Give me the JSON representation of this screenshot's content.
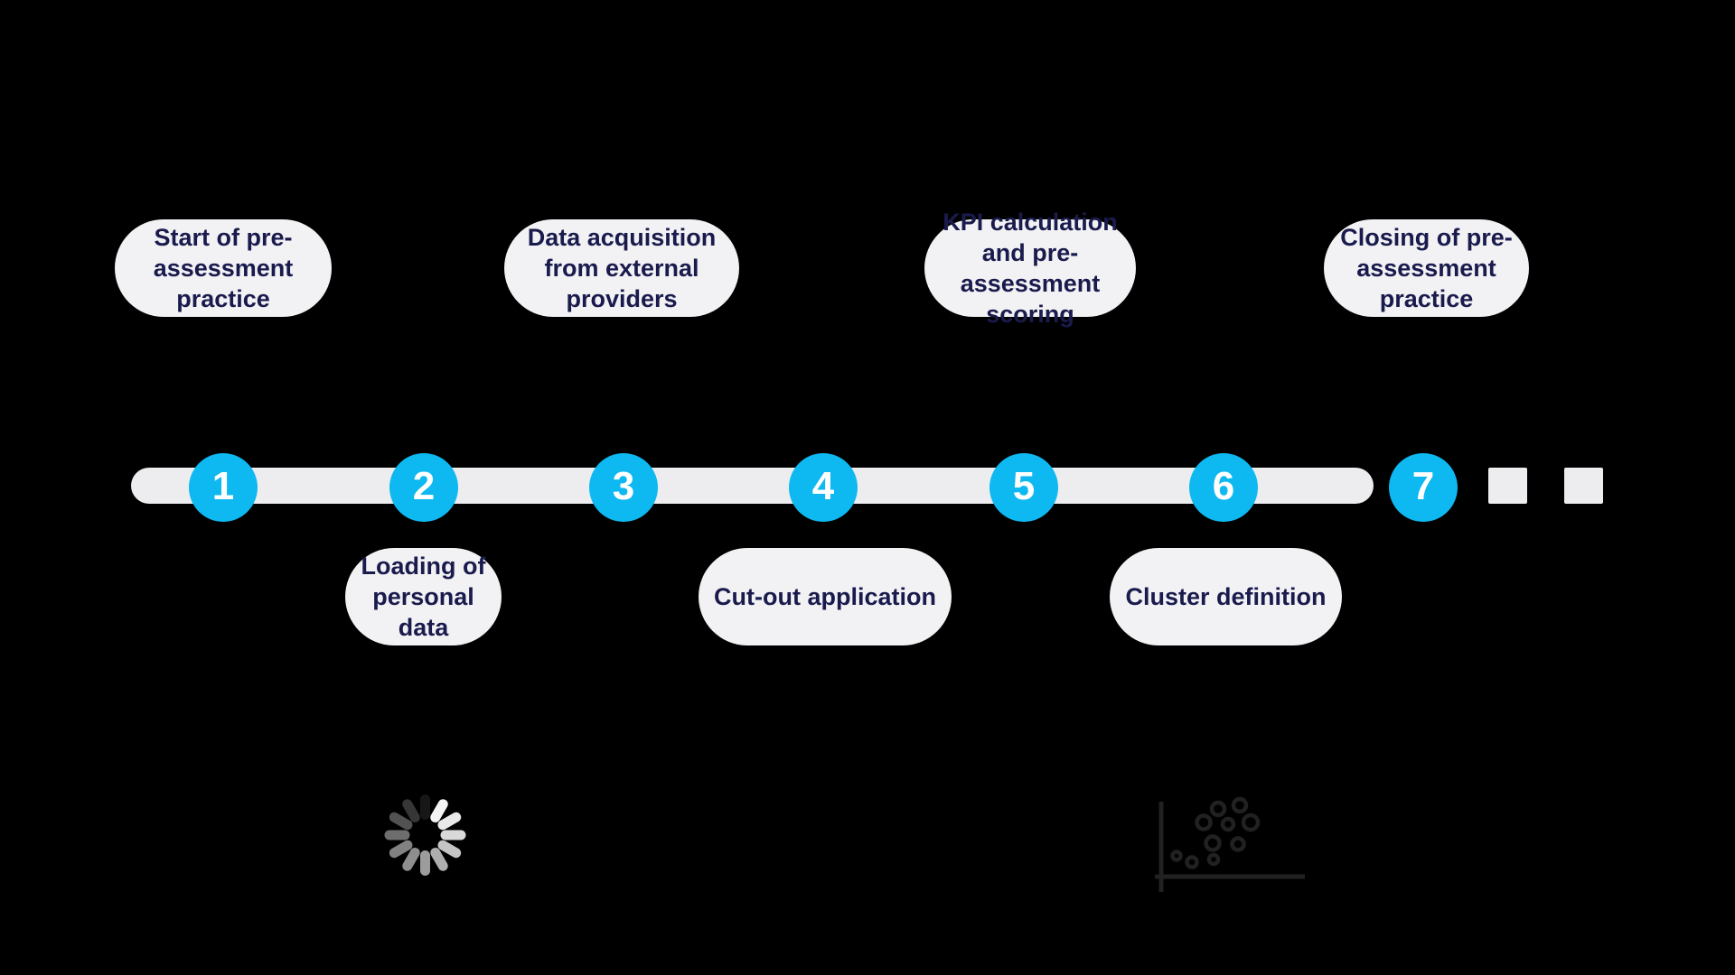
{
  "colors": {
    "background": "#000000",
    "accent_cyan": "#0eb8f0",
    "bubble_background": "#f2f2f5",
    "label_text": "#1a1b4d",
    "track_gray": "#ededef",
    "number_text": "#ffffff",
    "icon_dark_gray": "#212121"
  },
  "timeline": {
    "steps": [
      {
        "number": "1",
        "side": "above",
        "label": "Start of pre-assessment practice",
        "label_lines": [
          "Start of pre-",
          "assessment",
          "practice"
        ]
      },
      {
        "number": "2",
        "side": "below",
        "label": "Loading of personal data",
        "label_lines": [
          "Loading of",
          "personal data"
        ]
      },
      {
        "number": "3",
        "side": "above",
        "label": "Data acquisition from external providers",
        "label_lines": [
          "Data acquisition",
          "from external",
          "providers"
        ]
      },
      {
        "number": "4",
        "side": "below",
        "label": "Cut-out application",
        "label_lines": [
          "Cut-out application"
        ]
      },
      {
        "number": "5",
        "side": "above",
        "label": "KPI calculation and pre-assessment scoring",
        "label_lines": [
          "KPI calculation",
          "and pre-",
          "assessment",
          "scoring"
        ]
      },
      {
        "number": "6",
        "side": "below",
        "label": "Cluster definition",
        "label_lines": [
          "Cluster definition"
        ]
      },
      {
        "number": "7",
        "side": "above",
        "label": "Closing of pre-assessment practice",
        "label_lines": [
          "Closing of pre-",
          "assessment",
          "practice"
        ]
      }
    ],
    "continuation_dash_count": 2
  },
  "icons": {
    "spinner": "loading-spinner",
    "scatter": "scatter-plot"
  }
}
